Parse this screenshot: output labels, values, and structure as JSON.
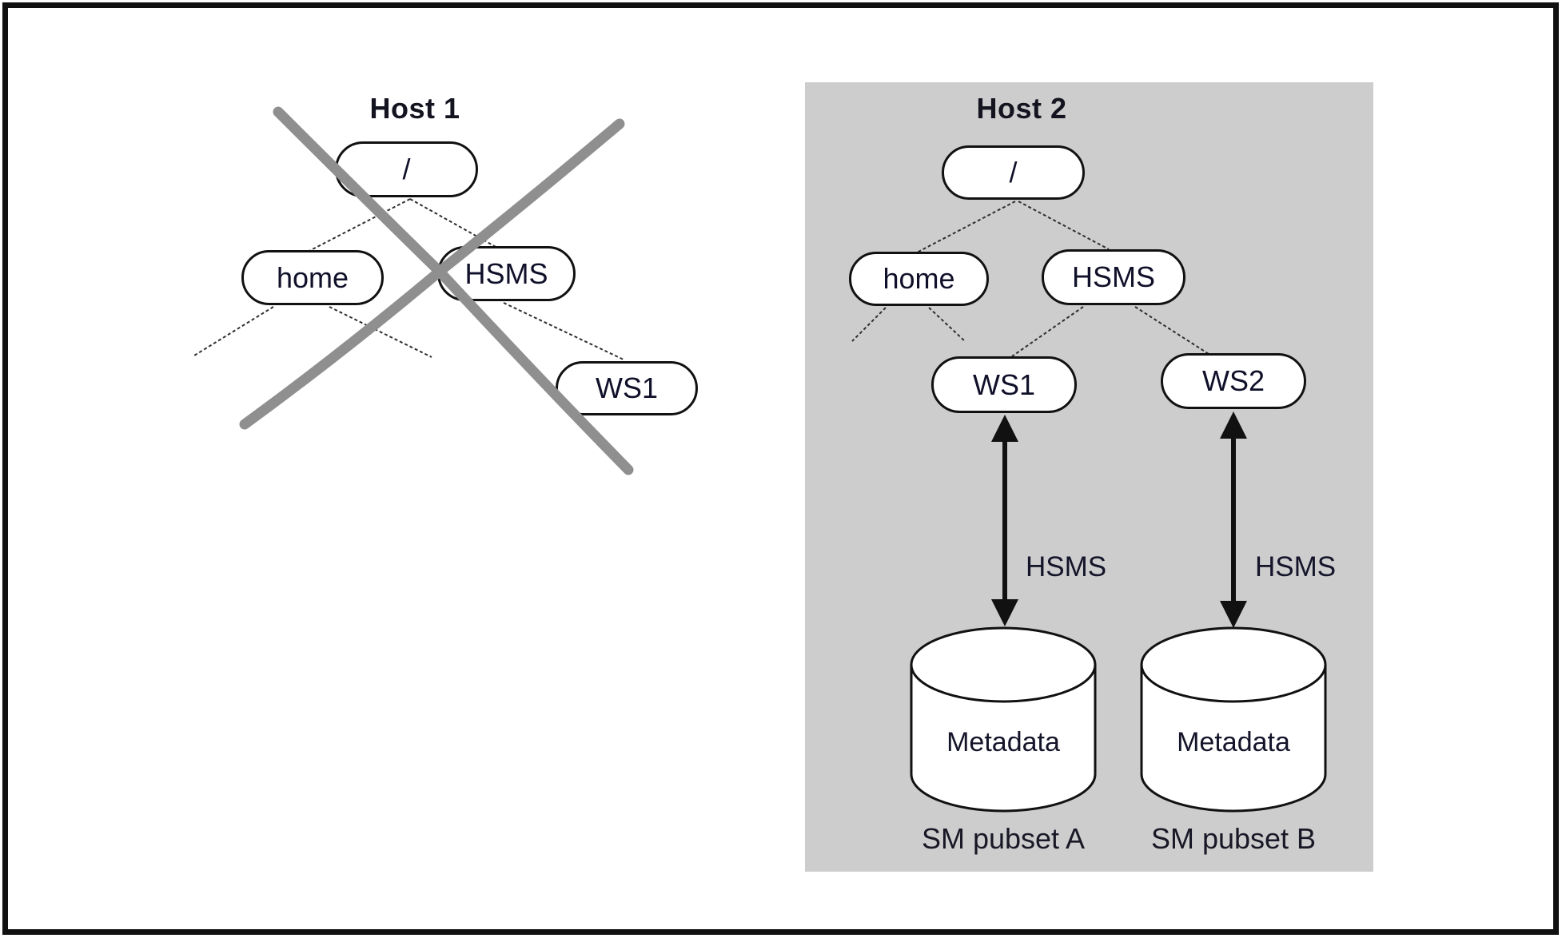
{
  "host1": {
    "title": "Host 1",
    "status": "crossed-out",
    "nodes": {
      "root": "/",
      "home": "home",
      "hsms": "HSMS",
      "ws1": "WS1"
    }
  },
  "host2": {
    "title": "Host 2",
    "nodes": {
      "root": "/",
      "home": "home",
      "hsms": "HSMS",
      "ws1": "WS1",
      "ws2": "WS2"
    },
    "connections": {
      "ws1": {
        "protocol": "HSMS"
      },
      "ws2": {
        "protocol": "HSMS"
      }
    },
    "databases": {
      "a": {
        "label": "Metadata",
        "caption": "SM pubset A"
      },
      "b": {
        "label": "Metadata",
        "caption": "SM pubset B"
      }
    }
  },
  "colors": {
    "host2_panel": "#cdcdcd",
    "cross_stroke": "#8f8f8f",
    "node_fill": "#ffffff",
    "outline": "#111111"
  }
}
